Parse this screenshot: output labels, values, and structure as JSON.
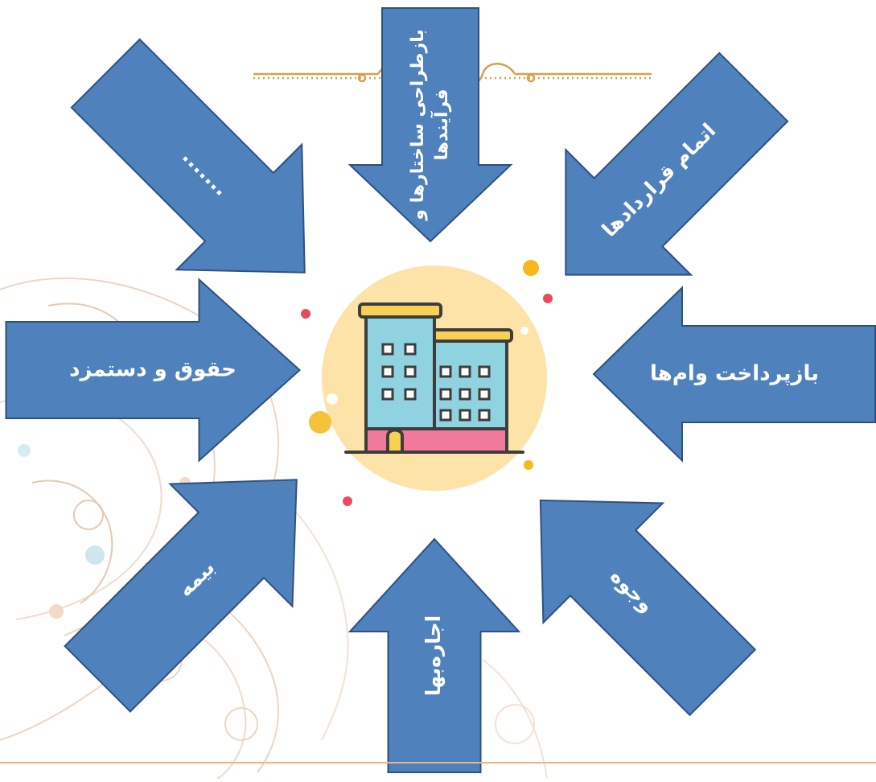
{
  "diagram": {
    "center_icon": "office-building-icon",
    "arrows": [
      {
        "id": "top",
        "label_lines": [
          "بازطراحی ساختارها و",
          "فرآیندها"
        ]
      },
      {
        "id": "top-right",
        "label_lines": [
          "اتمام قراردادها"
        ]
      },
      {
        "id": "right",
        "label_lines": [
          "بازپرداخت وام‌ها"
        ]
      },
      {
        "id": "bottom-right",
        "label_lines": [
          "وجوه"
        ]
      },
      {
        "id": "bottom",
        "label_lines": [
          "اجاره‌بها"
        ]
      },
      {
        "id": "bottom-left",
        "label_lines": [
          "بیمه"
        ]
      },
      {
        "id": "left",
        "label_lines": [
          "حقوق و دستمزد"
        ]
      },
      {
        "id": "top-left",
        "label_lines": [
          "......."
        ]
      }
    ]
  },
  "colors": {
    "arrow_fill": "#4f81bd",
    "arrow_stroke": "#2e5182",
    "arrow_text": "#ffffff",
    "center_circle": "#fde3a7",
    "building": "#8fd3e0",
    "building_outline": "#3d3d3d",
    "building_roof": "#f7d154",
    "building_base": "#f2799b",
    "ornament_gold": "#d4a04c",
    "paisley": "#e8cdb6",
    "bottom_rule": "#f4b183"
  }
}
